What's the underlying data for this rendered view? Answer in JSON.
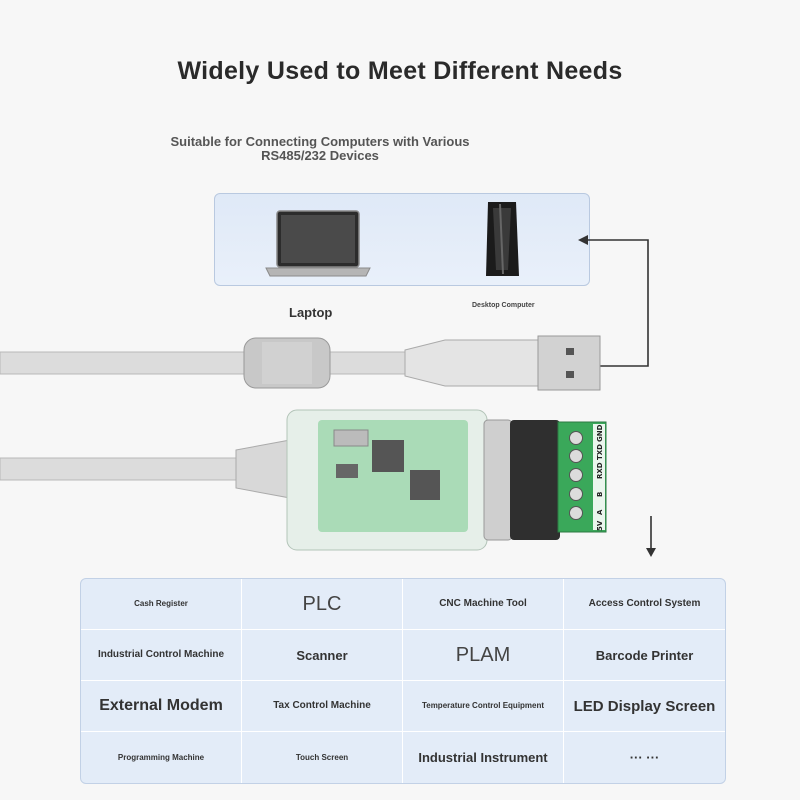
{
  "title": "Widely Used to Meet Different Needs",
  "subtitle": "Suitable for Connecting Computers with Various RS485/232 Devices",
  "devices": {
    "laptop_label": "Laptop",
    "desktop_label": "Desktop Computer"
  },
  "terminal_pins": [
    "GND",
    "TXD",
    "RXD",
    "B",
    "A",
    "5V"
  ],
  "applications": [
    "Cash Register",
    "PLC",
    "CNC Machine Tool",
    "Access Control System",
    "Industrial Control Machine",
    "Scanner",
    "PLAM",
    "Barcode Printer",
    "External Modem",
    "Tax Control Machine",
    "Temperature Control Equipment",
    "LED Display Screen",
    "Programming Machine",
    "Touch Screen",
    "Industrial Instrument",
    "··· ···"
  ],
  "colors": {
    "panel_bg": "#e3ecf8",
    "terminal_green": "#3aa85a",
    "pcb_green": "#8fd0a0"
  }
}
